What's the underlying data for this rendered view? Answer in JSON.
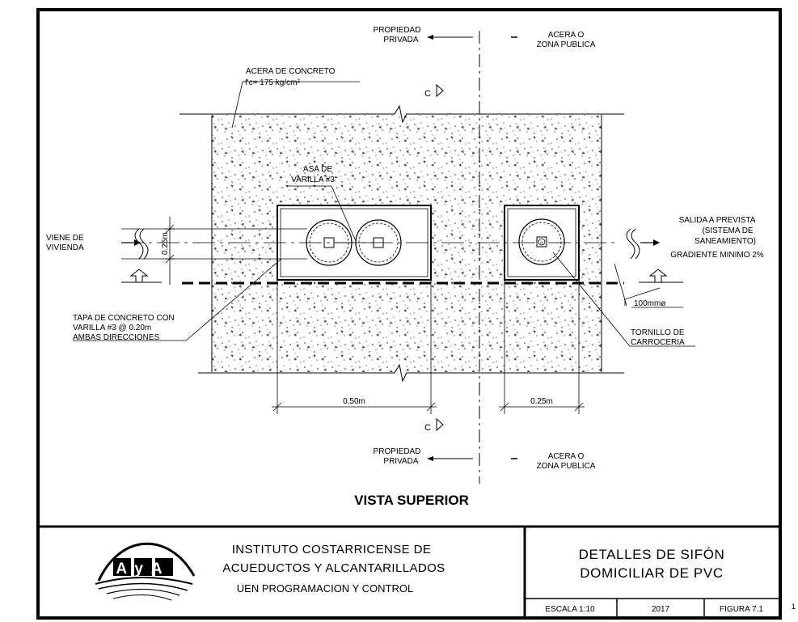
{
  "labels": {
    "propiedad_top": "PROPIEDAD",
    "privada_top": "PRIVADA",
    "acera_top": "ACERA O",
    "zona_top": "ZONA PUBLICA",
    "acera_concreto": "ACERA DE CONCRETO",
    "fc": "f'c= 175 kg/cm²",
    "cl_symbol": "C",
    "asa_de": "ASA DE",
    "varilla3": "VARILLA #3",
    "viene_de": "VIENE DE",
    "vivienda": "VIVIENDA",
    "dim_025_vert": "0.25m",
    "salida": "SALIDA A PREVISTA",
    "sistema_de": "(SISTEMA DE",
    "saneamiento": "SANEAMIENTO)",
    "gradiente": "GRADIENTE MINIMO 2%",
    "diam_100": "100mmø",
    "tapa1": "TAPA DE CONCRETO CON",
    "tapa2": "VARILLA #3 @ 0.20m",
    "tapa3": "AMBAS DIRECCIONES",
    "tornillo": "TORNILLO DE",
    "carroceria": "CARROCERIA",
    "dim_050": "0.50m",
    "dim_025": "0.25m",
    "propiedad_bot": "PROPIEDAD",
    "privada_bot": "PRIVADA",
    "acera_bot": "ACERA O",
    "zona_bot": "ZONA PUBLICA",
    "view_title": "VISTA SUPERIOR"
  },
  "title_block": {
    "logo_text": "AyA",
    "org_line1": "INSTITUTO COSTARRICENSE DE",
    "org_line2": "ACUEDUCTOS Y ALCANTARILLADOS",
    "org_line3": "UEN PROGRAMACION Y CONTROL",
    "sheet_line1": "DETALLES DE SIFÓN",
    "sheet_line2": "DOMICILIAR DE PVC",
    "scale": "ESCALA 1:10",
    "year": "2017",
    "figure": "FIGURA 7.1"
  },
  "page_number": "1"
}
